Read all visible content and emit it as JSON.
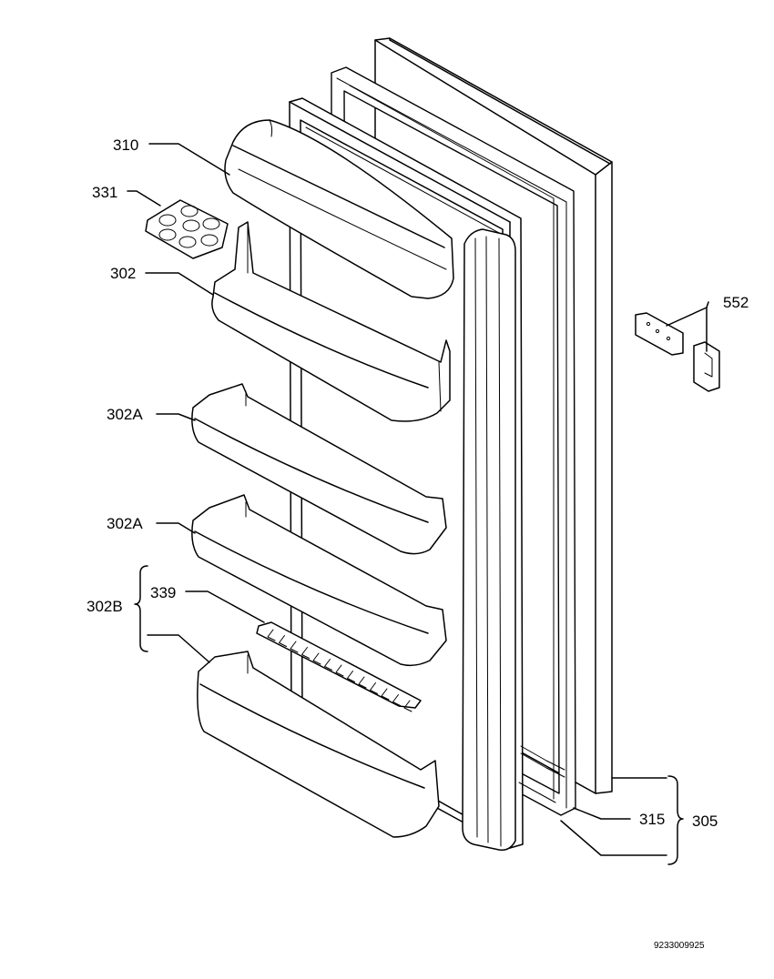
{
  "parts": {
    "door_cover": "310",
    "egg_tray": "331",
    "butter_shelf": "302",
    "door_shelf_upper": "302A",
    "door_shelf_middle": "302A",
    "bottle_shelf_group": "302B",
    "bottle_retainer": "339",
    "hinge_plate": "552",
    "gasket": "315",
    "door_assembly": "305"
  },
  "document_number": "9233009925"
}
